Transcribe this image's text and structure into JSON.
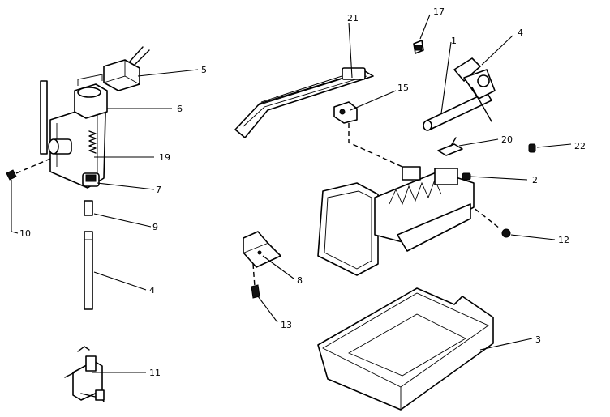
{
  "diagram": {
    "callouts": {
      "c1": "1",
      "c2": "2",
      "c3": "3",
      "c4a": "4",
      "c4b": "4",
      "c5": "5",
      "c6": "6",
      "c7": "7",
      "c8": "8",
      "c9": "9",
      "c10": "10",
      "c11": "11",
      "c12": "12",
      "c13": "13",
      "c15": "15",
      "c17": "17",
      "c19": "19",
      "c20": "20",
      "c21": "21",
      "c22": "22"
    }
  }
}
